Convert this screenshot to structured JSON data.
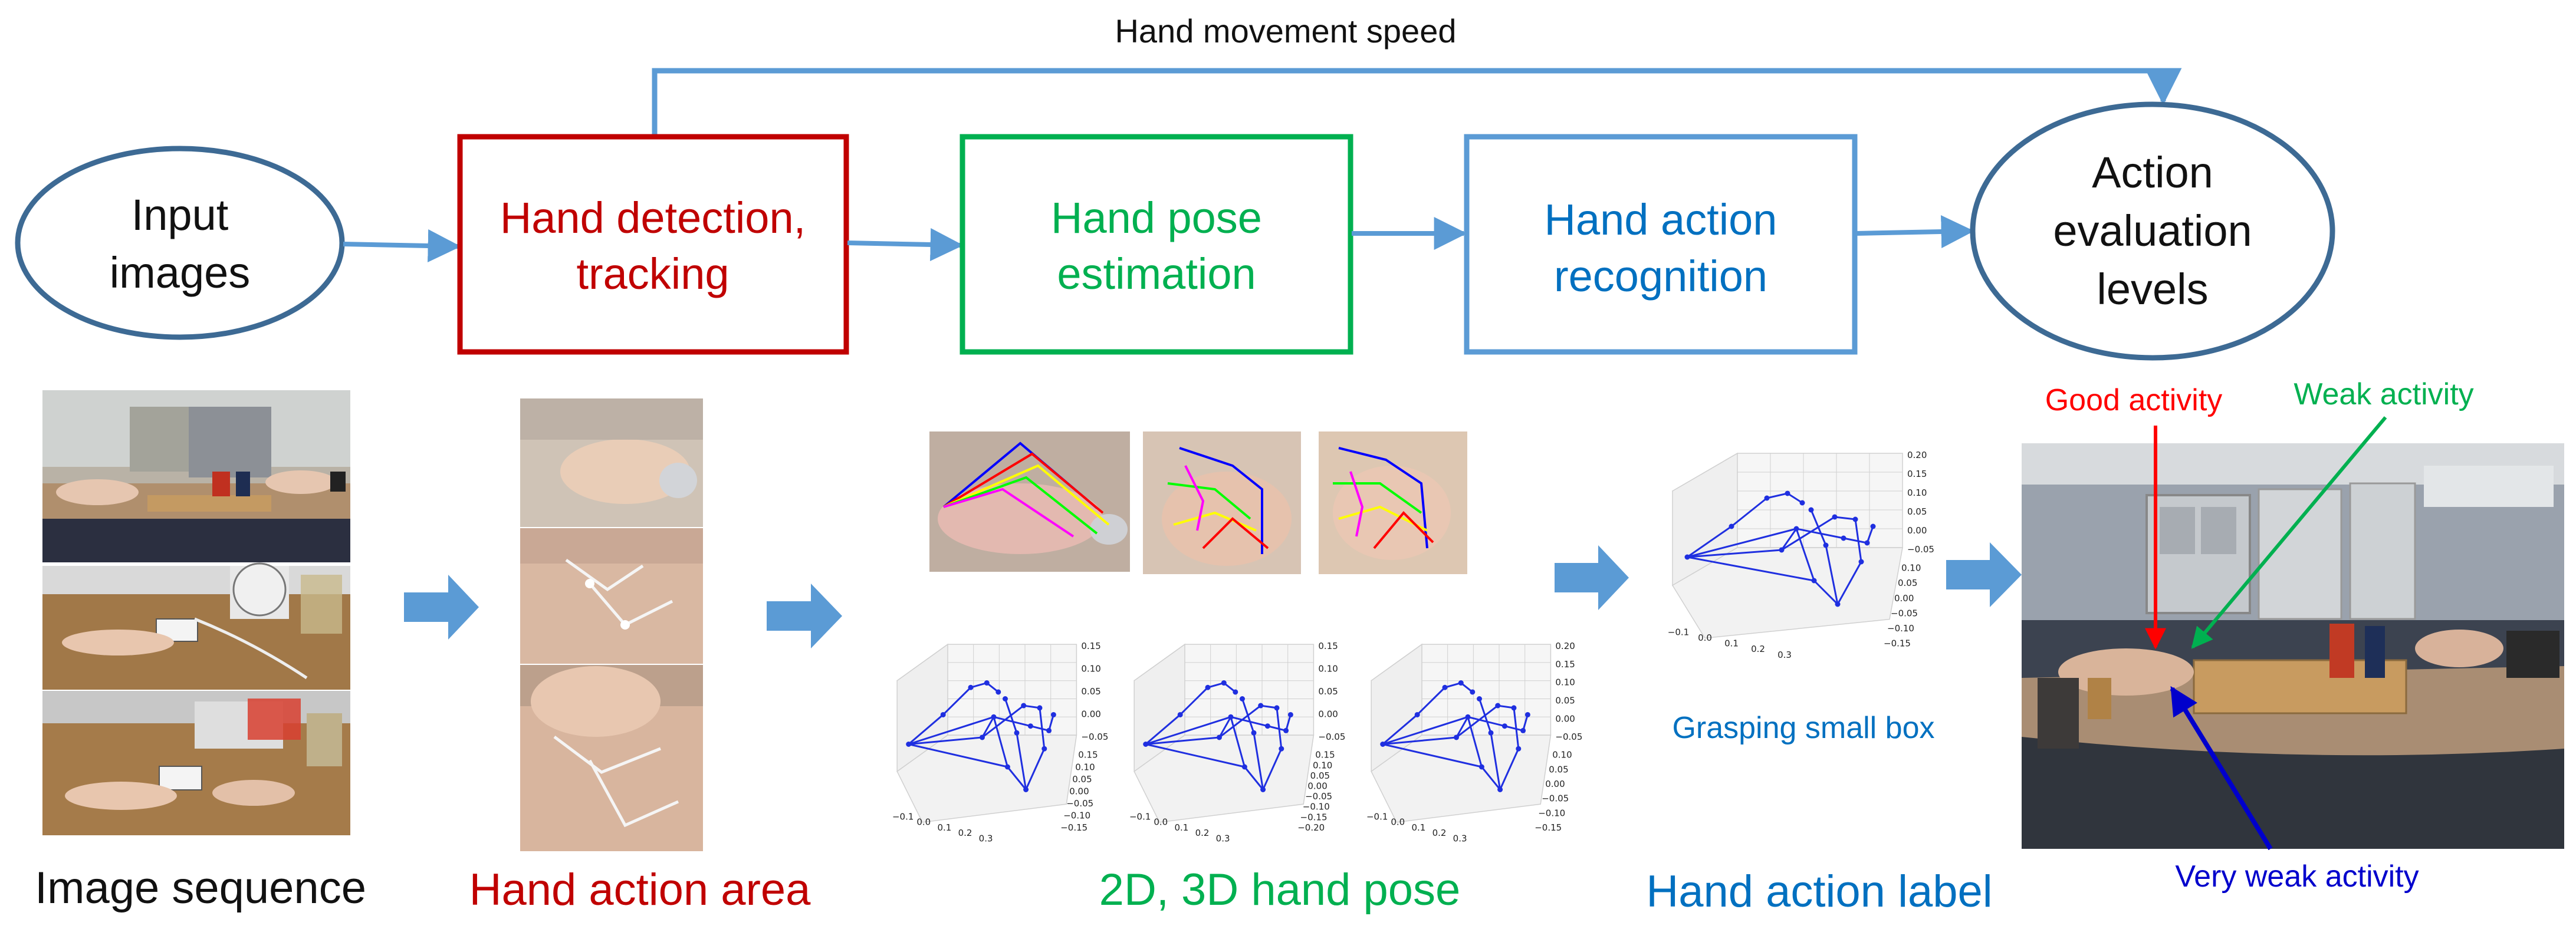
{
  "colors": {
    "ellipse": "#3d6a94",
    "flow": "#5b9bd5",
    "red": "#c00000",
    "green": "#00b050",
    "blue": "#0070c0",
    "dark_blue": "#0000cc",
    "pose_blue": "#1f2fe0",
    "arrow_fill": "#5b9bd5"
  },
  "top_flow": {
    "label": "Hand movement speed"
  },
  "nodes": {
    "input": {
      "line1": "Input",
      "line2": "images"
    },
    "detection": {
      "line1": "Hand detection,",
      "line2": "tracking"
    },
    "pose": {
      "line1": "Hand pose",
      "line2": "estimation"
    },
    "recognition": {
      "line1": "Hand action",
      "line2": "recognition"
    },
    "evaluation": {
      "line1": "Action",
      "line2": "evaluation",
      "line3": "levels"
    }
  },
  "captions": {
    "image_sequence": "Image sequence",
    "hand_action_area": "Hand action area",
    "hand_pose": "2D, 3D hand pose",
    "hand_action_label": "Hand action label"
  },
  "recognized_action": "Grasping small box",
  "activity_labels": {
    "good": "Good activity",
    "weak": "Weak activity",
    "very_weak": "Very weak activity"
  },
  "plot_ticks": {
    "plot1": {
      "x": [
        "−0.1",
        "0.0",
        "0.1",
        "0.2",
        "0.3"
      ],
      "y": [
        "0.15",
        "0.10",
        "0.05",
        "0.00",
        "−0.05",
        "−0.10",
        "−0.15"
      ],
      "z": [
        "0.15",
        "0.10",
        "0.05",
        "0.00",
        "−0.05"
      ]
    },
    "plot2": {
      "x": [
        "−0.1",
        "0.0",
        "0.1",
        "0.2",
        "0.3"
      ],
      "y": [
        "0.15",
        "0.10",
        "0.05",
        "0.00",
        "−0.05",
        "−0.10",
        "−0.15",
        "−0.20"
      ],
      "z": [
        "0.15",
        "0.10",
        "0.05",
        "0.00",
        "−0.05"
      ]
    },
    "plot3": {
      "x": [
        "−0.1",
        "0.0",
        "0.1",
        "0.2",
        "0.3"
      ],
      "y": [
        "0.10",
        "0.05",
        "0.00",
        "−0.05",
        "−0.10",
        "−0.15"
      ],
      "z": [
        "0.20",
        "0.15",
        "0.10",
        "0.05",
        "0.00",
        "−0.05"
      ]
    },
    "plot4": {
      "x": [
        "−0.1",
        "0.0",
        "0.1",
        "0.2",
        "0.3"
      ],
      "y": [
        "0.10",
        "0.05",
        "0.00",
        "−0.05",
        "−0.10",
        "−0.15"
      ],
      "z": [
        "0.20",
        "0.15",
        "0.10",
        "0.05",
        "0.00",
        "−0.05"
      ]
    }
  }
}
